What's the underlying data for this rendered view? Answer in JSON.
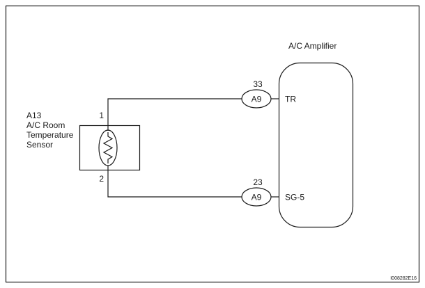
{
  "diagram": {
    "title": "A/C Amplifier",
    "sensor": {
      "lines": [
        "A13",
        "A/C Room",
        "Temperature",
        "Sensor"
      ],
      "pin_top": "1",
      "pin_bottom": "2"
    },
    "connections": {
      "top": {
        "pin": "33",
        "connector": "A9",
        "terminal": "TR"
      },
      "bottom": {
        "pin": "23",
        "connector": "A9",
        "terminal": "SG-5"
      }
    },
    "doc_id": "I008282E16",
    "colors": {
      "line": "#1a1a1a",
      "background": "#ffffff"
    }
  }
}
